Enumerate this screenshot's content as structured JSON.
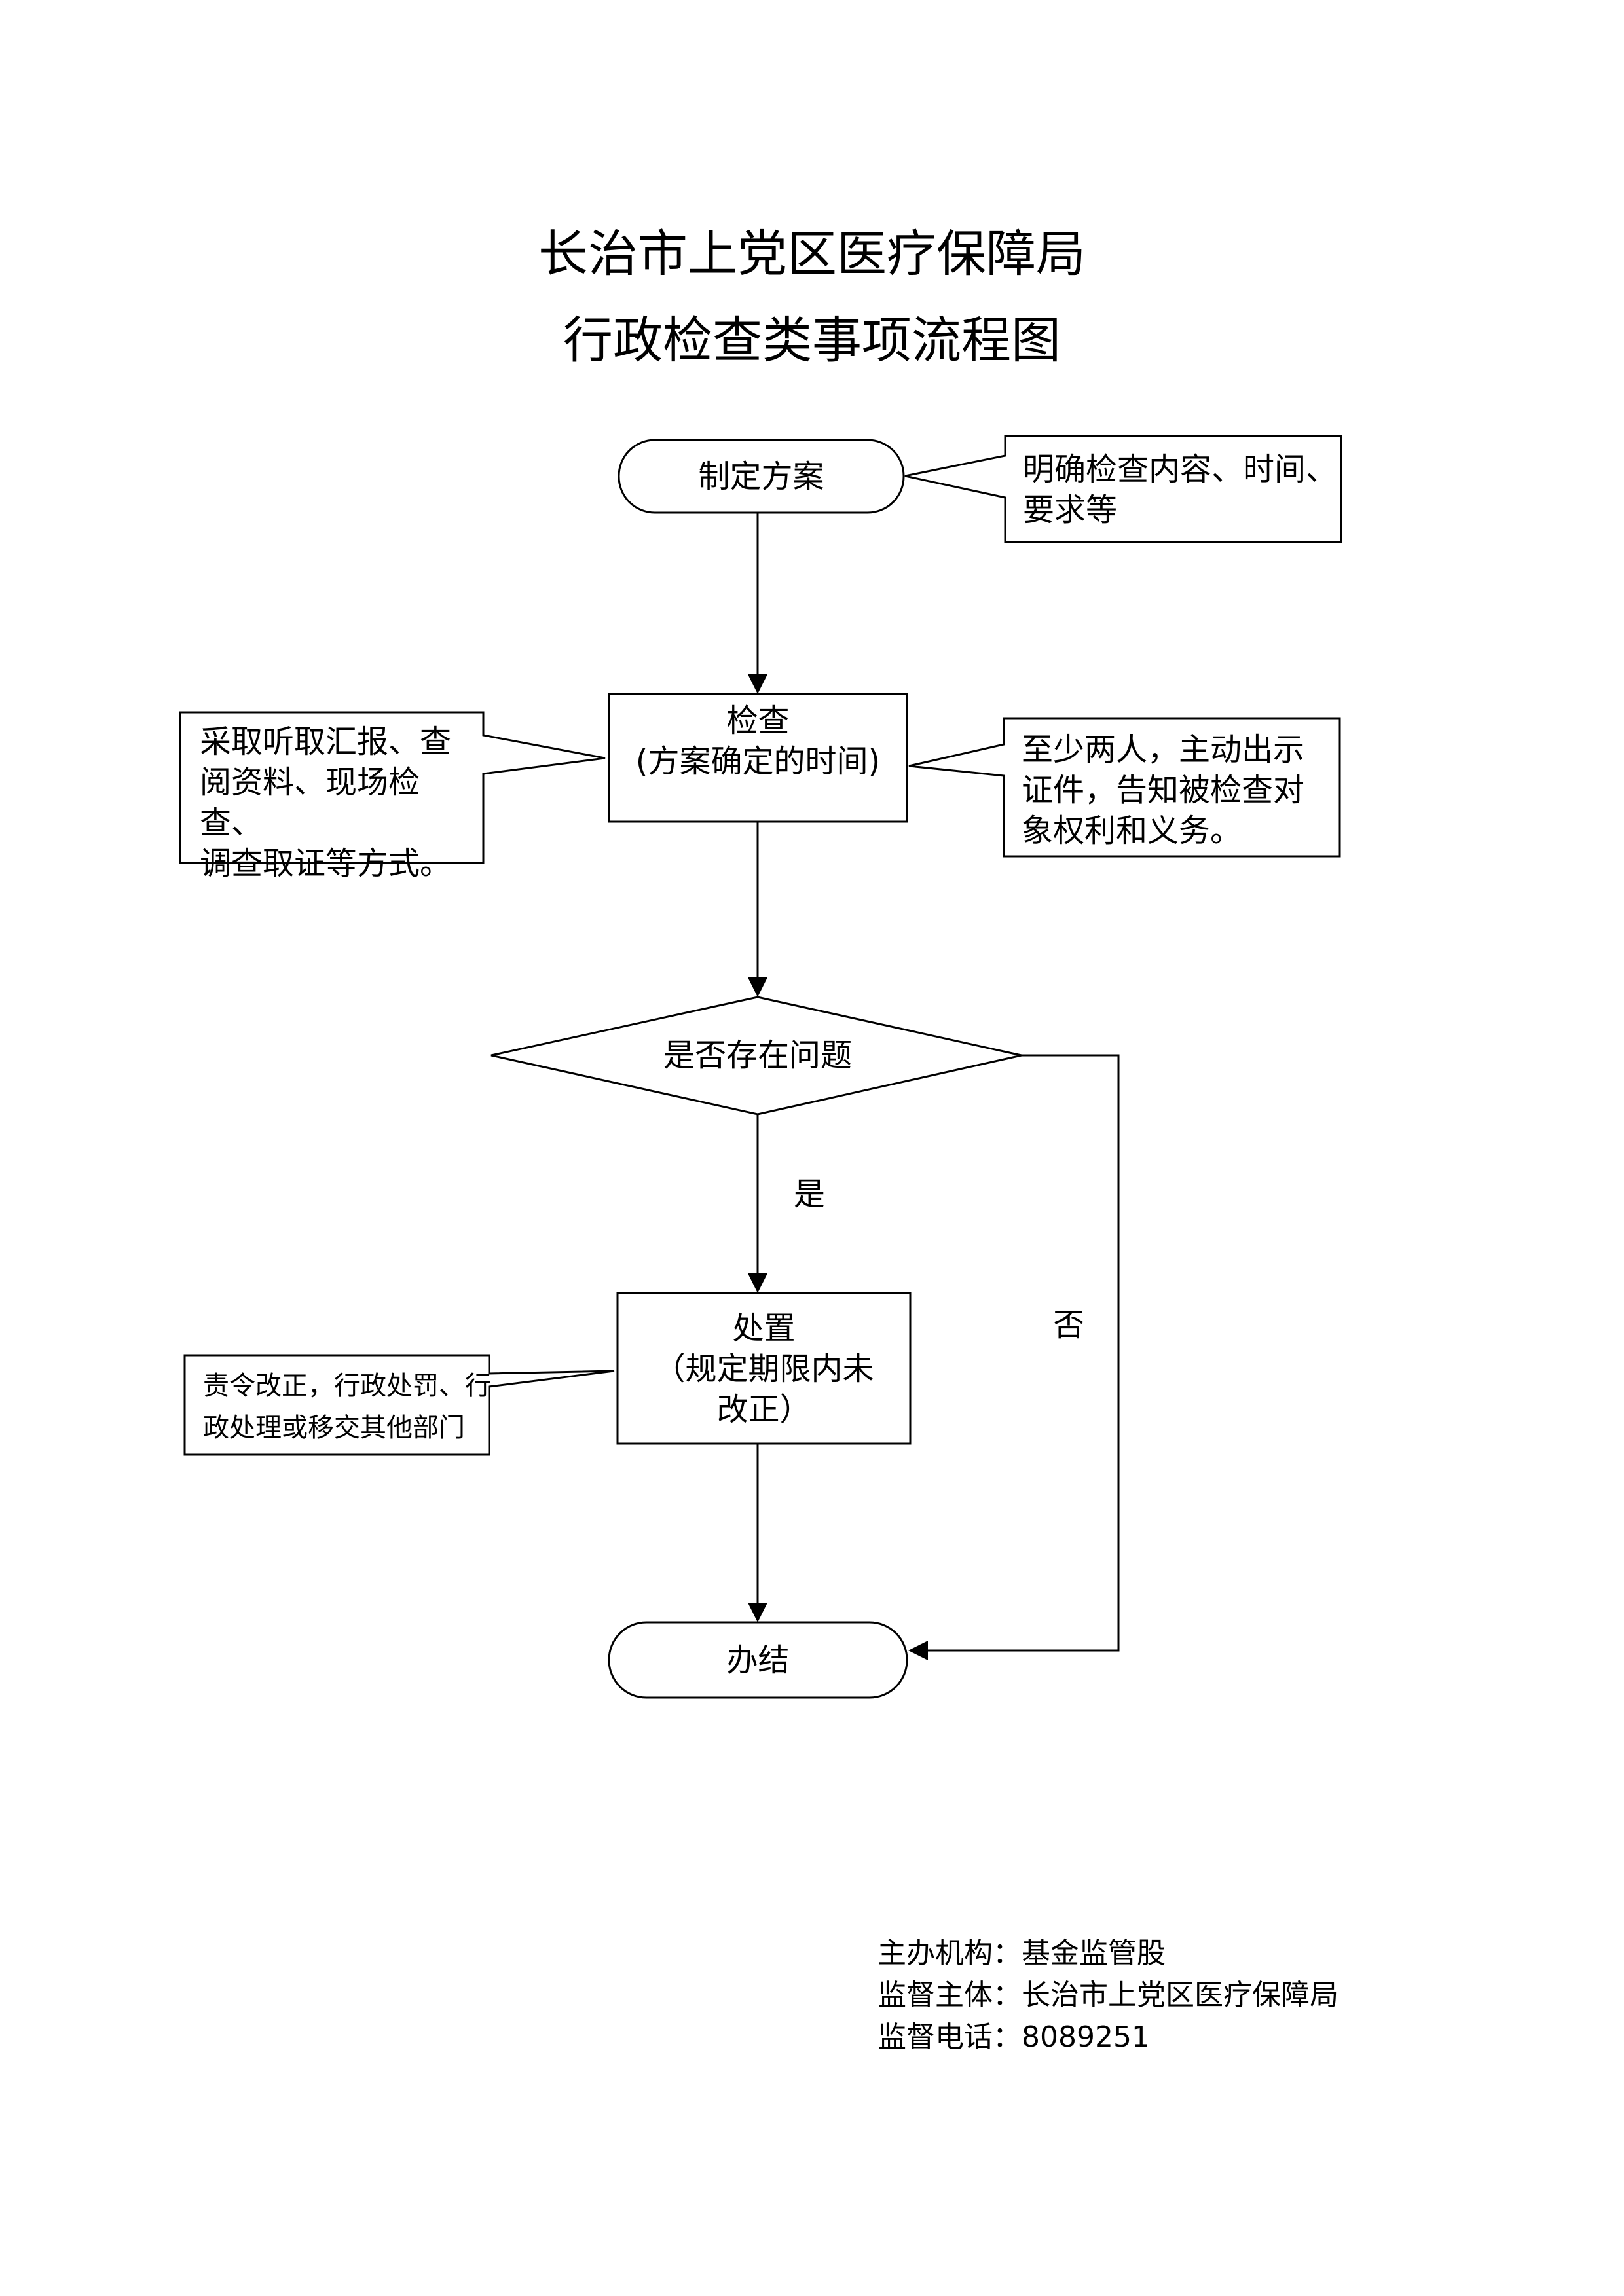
{
  "title": {
    "line1": "长治市上党区医疗保障局",
    "line2": "行政检查类事项流程图"
  },
  "nodes": {
    "plan": "制定方案",
    "plan_note": "明确检查内容、时间、\n要求等",
    "inspect": "检查\n(方案确定的时间)",
    "inspect_method_note": "采取听取汇报、查\n阅资料、现场检查、\n调查取证等方式。",
    "inspect_staff_note": "至少两人，主动出示\n证件，告知被检查对\n象权利和义务。",
    "decision": "是否存在问题",
    "disposal": "处置\n（规定期限内未\n改正）",
    "disposal_note": "责令改正，行政处罚、行\n政处理或移交其他部门",
    "end": "办结"
  },
  "edge_labels": {
    "yes": "是",
    "no": "否"
  },
  "footer": {
    "organizer": "主办机构：基金监管股",
    "supervisor": "监督主体：长治市上党区医疗保障局",
    "phone": "监督电话：8089251"
  }
}
